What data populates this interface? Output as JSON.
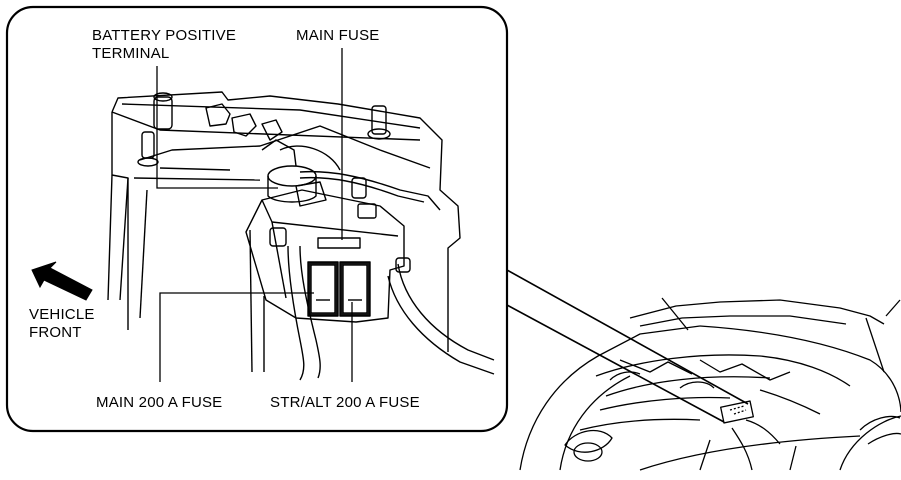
{
  "labels": {
    "battery_positive_terminal": "BATTERY POSITIVE\nTERMINAL",
    "main_fuse": "MAIN FUSE",
    "vehicle_front": "VEHICLE\nFRONT",
    "main_200a_fuse": "MAIN 200 A FUSE",
    "str_alt_200a_fuse": "STR/ALT 200 A FUSE"
  },
  "icons": {
    "front_arrow": "arrow-up-left-icon"
  },
  "colors": {
    "line": "#000000",
    "background": "#ffffff",
    "arrow_fill": "#000000"
  }
}
